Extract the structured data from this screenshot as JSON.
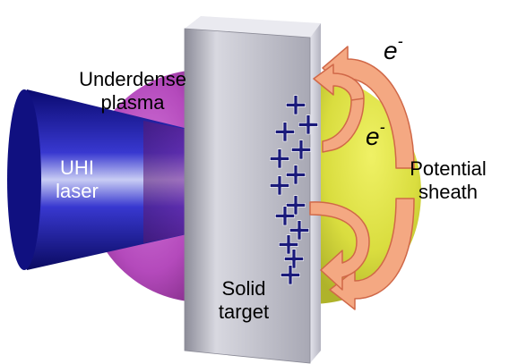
{
  "labels": {
    "underdense_line1": "Underdense",
    "underdense_line2": "plasma",
    "laser_line1": "UHI",
    "laser_line2": "laser",
    "target_line1": "Solid",
    "target_line2": "target",
    "sheath_line1": "Potential",
    "sheath_line2": "sheath",
    "electron_symbol": "e",
    "electron_charge": "-"
  },
  "ion_symbol": "+",
  "ion_count": 13,
  "colors": {
    "laser": "#1a1aa8",
    "plasma": "#b040b8",
    "target": "#b8b8c4",
    "sheath": "#d8dc30",
    "electron_arrow": "#f4a882",
    "electron_arrow_outline": "#d06848",
    "ion": "#1a1a7a"
  }
}
